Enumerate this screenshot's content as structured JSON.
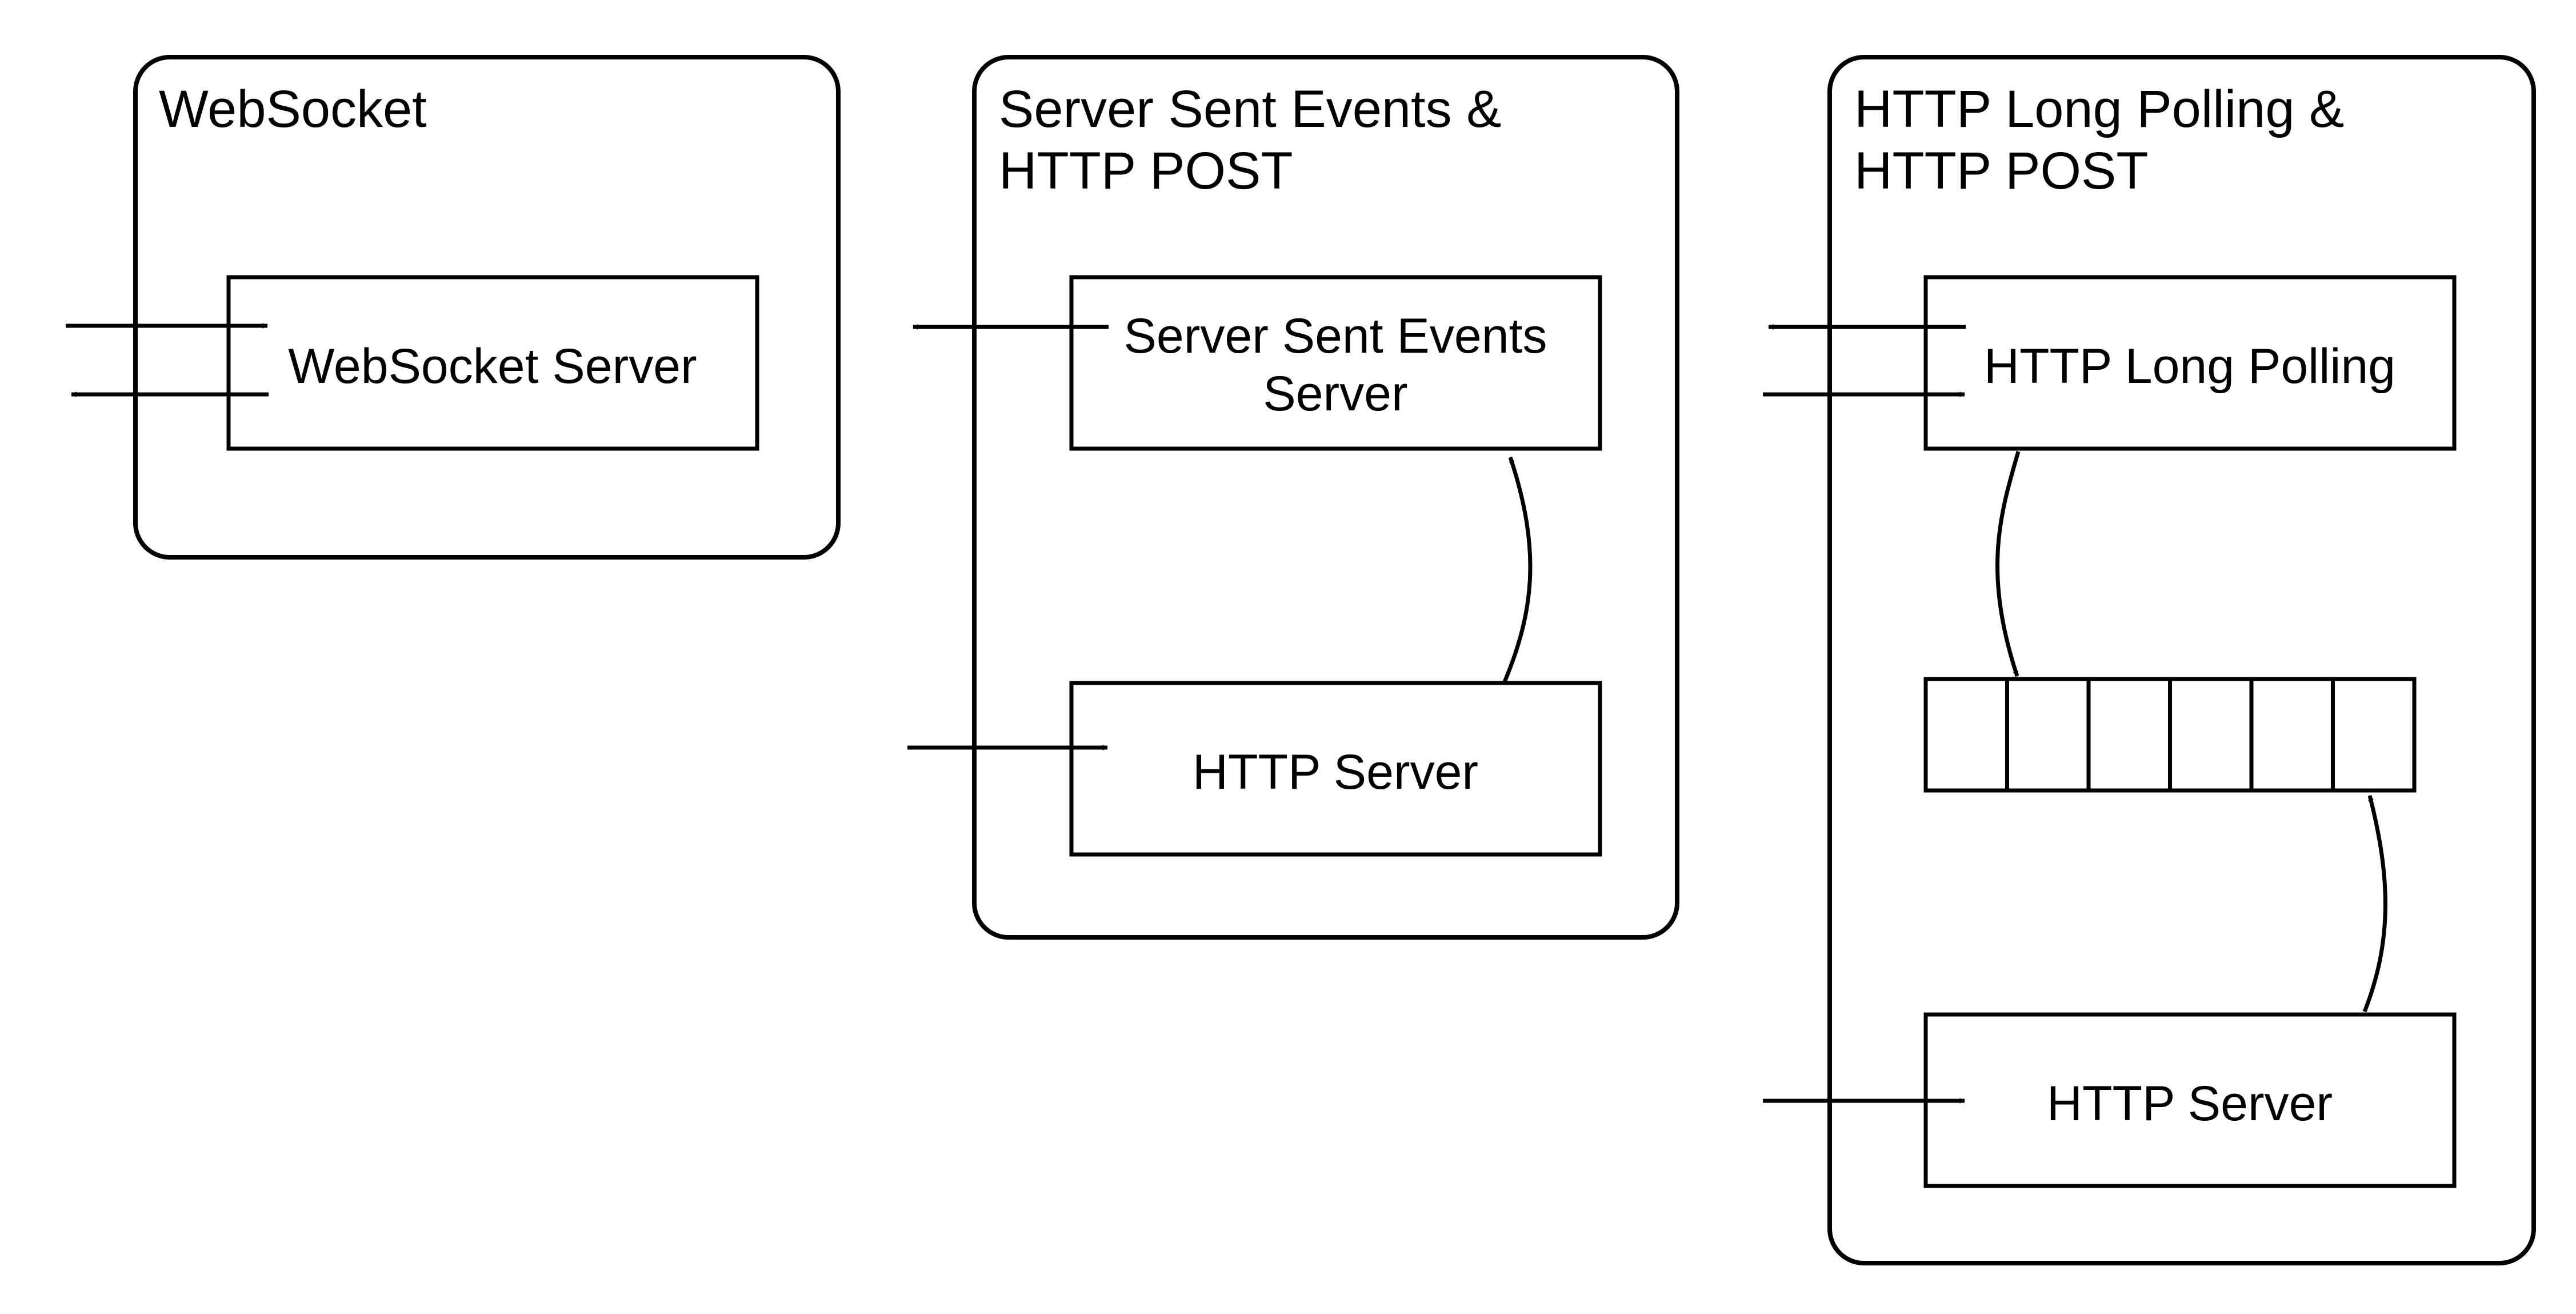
{
  "groups": {
    "websocket": {
      "title_line1": "WebSocket",
      "node": {
        "label": "WebSocket Server"
      }
    },
    "sse": {
      "title_line1": "Server Sent Events &",
      "title_line2": "HTTP POST",
      "sse_server": {
        "label_line1": "Server Sent Events",
        "label_line2": "Server"
      },
      "http_server": {
        "label": "HTTP Server"
      }
    },
    "long_polling": {
      "title_line1": "HTTP Long Polling &",
      "title_line2": "HTTP POST",
      "long_polling_node": {
        "label": "HTTP Long Polling"
      },
      "queue": {
        "cell_count": 6
      },
      "http_server": {
        "label": "HTTP Server"
      }
    }
  },
  "colors": {
    "stroke": "#000000",
    "background": "#ffffff"
  }
}
